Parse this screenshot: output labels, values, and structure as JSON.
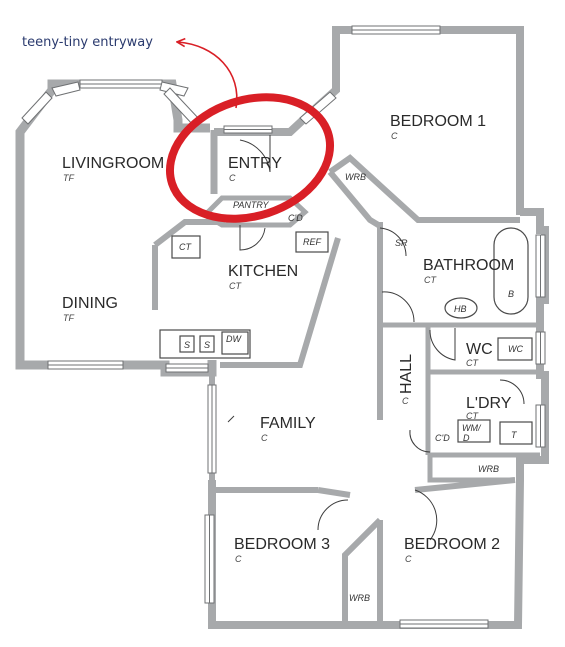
{
  "annotation": {
    "text": "teeny-tiny entryway",
    "ink_color": "#2a3a6e",
    "circle_color": "#d91f26"
  },
  "rooms": {
    "livingroom": {
      "name": "LIVINGROOM",
      "floor": "TF"
    },
    "dining": {
      "name": "DINING",
      "floor": "TF"
    },
    "entry": {
      "name": "ENTRY",
      "floor": "C"
    },
    "bedroom1": {
      "name": "BEDROOM 1",
      "floor": "C"
    },
    "kitchen": {
      "name": "KITCHEN",
      "floor": "CT"
    },
    "bathroom": {
      "name": "BATHROOM",
      "floor": "CT"
    },
    "wc": {
      "name": "WC",
      "floor": "CT"
    },
    "hall": {
      "name": "HALL",
      "floor": "C"
    },
    "laundry": {
      "name": "L'DRY",
      "floor": "CT"
    },
    "family": {
      "name": "FAMILY",
      "floor": "C"
    },
    "bedroom3": {
      "name": "BEDROOM 3",
      "floor": "C"
    },
    "bedroom2": {
      "name": "BEDROOM 2",
      "floor": "C"
    }
  },
  "fixtures": {
    "pantry": "PANTRY",
    "cd_kitchen": "C'D",
    "ref": "REF",
    "ct": "CT",
    "sink1": "S",
    "sink2": "S",
    "dw": "DW",
    "wrb_bed1": "WRB",
    "sr": "SR",
    "hb": "HB",
    "b": "B",
    "wc_pan": "WC",
    "cd_hall": "C'D",
    "wmd_1": "WM/",
    "wmd_2": "D",
    "t": "T",
    "wrb_bed2": "WRB",
    "wrb_bed3": "WRB"
  }
}
